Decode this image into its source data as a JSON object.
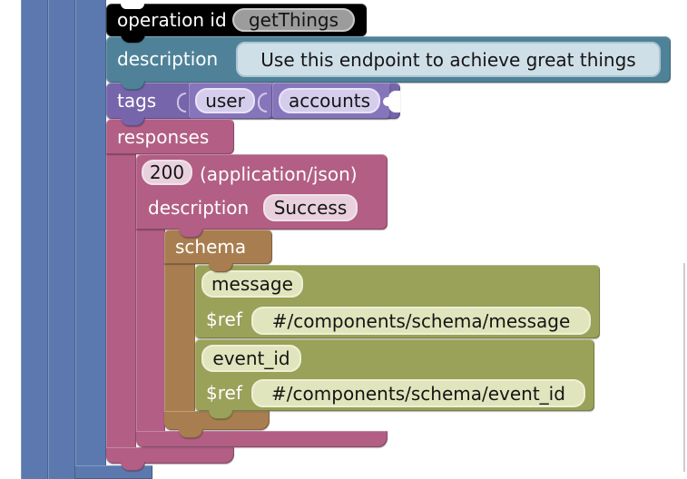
{
  "colors": {
    "workspace_bg": "#ffffff",
    "parent_block_blue": "#5b79af",
    "operation_block_black": "#000000",
    "operation_field_gray": "#9c9c9c",
    "description_block_teal": "#4f8298",
    "description_field_light": "#cfdfe8",
    "tags_block_purple": "#7765ab",
    "tag_item_purple": "#8775bb",
    "tag_field_light": "#d5cdec",
    "responses_block_pink": "#b25e85",
    "response_field_light": "#e9d0dd",
    "schema_block_brown": "#a87e51",
    "property_block_olive": "#9aa159",
    "property_field_light": "#e1e5bd"
  },
  "blocks": {
    "operation": {
      "label": "operation id",
      "value": "getThings"
    },
    "description": {
      "label": "description",
      "value": "Use this endpoint to achieve great things"
    },
    "tags": {
      "label": "tags",
      "values": [
        "user",
        "accounts"
      ]
    },
    "responses": {
      "label": "responses",
      "response": {
        "code": "200",
        "content_type": "(application/json)",
        "description_label": "description",
        "description_value": "Success",
        "schema": {
          "label": "schema",
          "properties": [
            {
              "name": "message",
              "ref_label": "$ref",
              "ref_value": "#/components/schema/message"
            },
            {
              "name": "event_id",
              "ref_label": "$ref",
              "ref_value": "#/components/schema/event_id"
            }
          ]
        }
      }
    }
  }
}
